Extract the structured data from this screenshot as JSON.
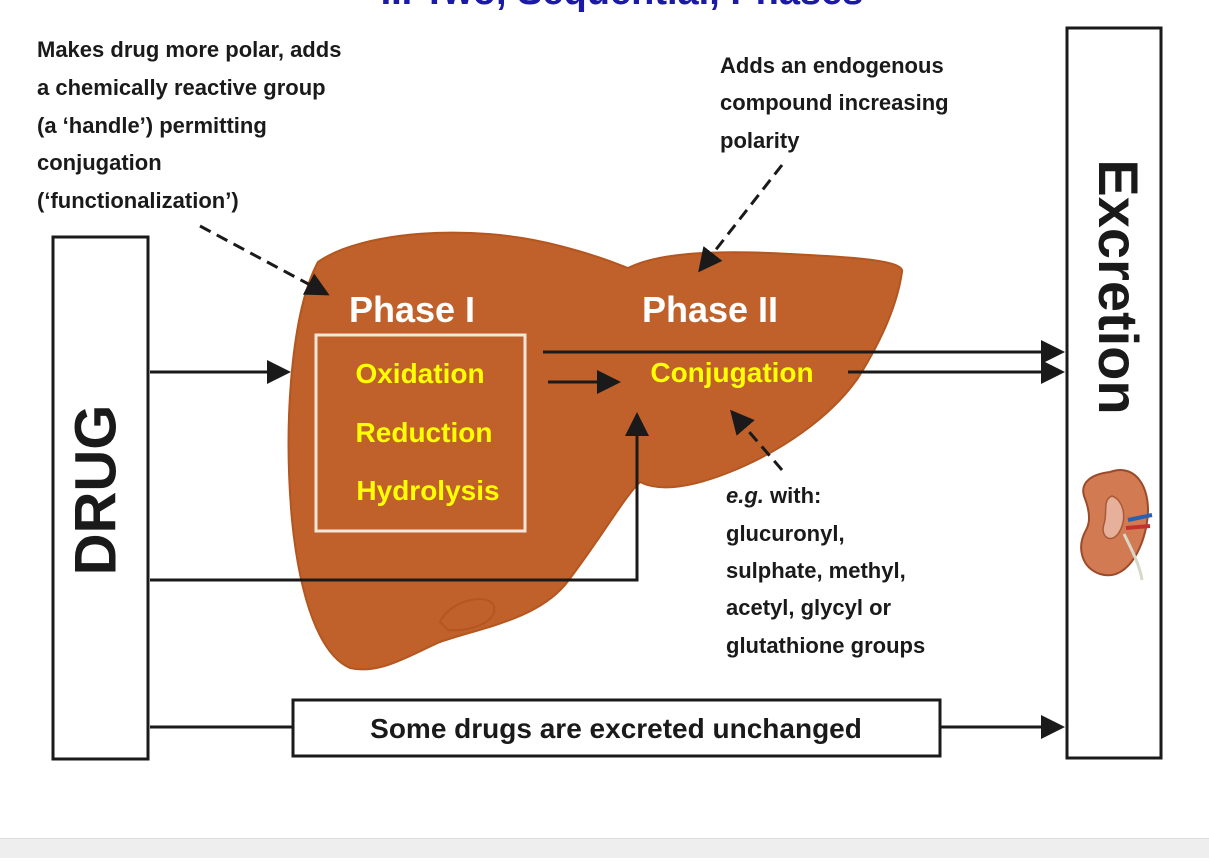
{
  "title": "II. Two, Sequential, Phases",
  "drug_label": "DRUG",
  "excretion_label": "Excretion",
  "phase1": {
    "heading": "Phase I",
    "reactions": [
      "Oxidation",
      "Reduction",
      "Hydrolysis"
    ],
    "annotation_lines": [
      "Makes drug more polar, adds",
      "a chemically reactive group",
      "(a ‘handle’) permitting",
      "conjugation",
      "(‘functionalization’)"
    ]
  },
  "phase2": {
    "heading": "Phase II",
    "reaction": "Conjugation",
    "annotation_lines": [
      "Adds an endogenous",
      "compound increasing",
      "polarity"
    ],
    "examples_lines": [
      "e.g. with:",
      "glucuronyl,",
      "sulphate, methyl,",
      "acetyl, glycyl or",
      "glutathione groups"
    ]
  },
  "unchanged_label": "Some drugs are excreted unchanged",
  "colors": {
    "liver": "#c0612b",
    "liver_outline": "#b3561f",
    "phase_heading": "#ffffff",
    "reaction_text": "#ffff00",
    "title": "#1a1aa6",
    "ink": "#1a1a1a",
    "kidney": "#d27a52"
  },
  "icons": {
    "organ": "liver-icon",
    "kidney": "kidney-icon"
  }
}
